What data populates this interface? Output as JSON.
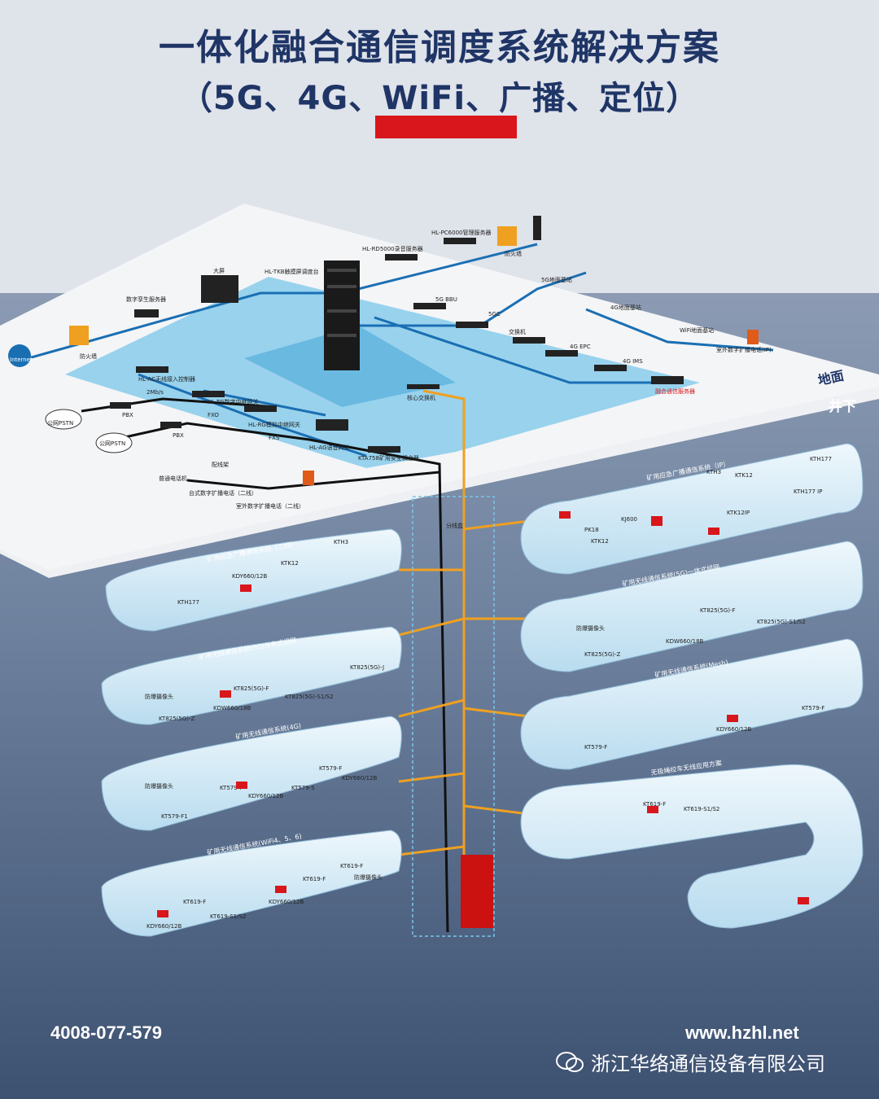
{
  "header": {
    "title": "一体化融合通信调度系统解决方案",
    "subtitle": "（5G、4G、WiFi、广播、定位）"
  },
  "ground": {
    "above": "地面",
    "below": "井下"
  },
  "surface_labels": {
    "internet": "Internet",
    "firewall_left": "防火墙",
    "digital_server": "数字孪生服务器",
    "big_screen": "大屏",
    "dispatch_console": "HL-TKB触摸屏调度台",
    "rd5000": "HL-RD5000录音服务器",
    "pc6000": "HL-PC6000管理服务器",
    "firewall_right": "防火墙",
    "bbu": "5G BBU",
    "core5g": "5GC",
    "switch": "交换机",
    "epc": "4G EPC",
    "ims": "4G IMS",
    "fusion_server": "融合通信服务器",
    "base5g": "5G地面基站",
    "base4g": "4G地面基站",
    "wifi_base": "WiFi地面基站",
    "outdoor_ip": "室外数字扩播电话(IP)",
    "ac": "HL-AC无线接入控制器",
    "mb": "2Mb/s",
    "tg": "HL-TG数字中继网关",
    "pstn1": "公网PSTN",
    "pbx1": "PBX",
    "fxo": "FXO",
    "rg": "HL-RG模拟中继网关",
    "pstn2": "公网PSTN",
    "pbx2": "PBX",
    "fxs": "FXS",
    "ag": "HL-AG语音网关",
    "kta": "KTA758矿用安全耦合器",
    "core_switch": "核心交换机",
    "normal_phone": "普通电话机",
    "frame": "配线架",
    "desk_phone": "台式数字扩播电话（二线）",
    "outdoor_phone": "室外数字扩播电话（二线）",
    "junction": "分线盒"
  },
  "tunnels": {
    "bc2": {
      "title": "矿用应急广播通信系统（二线）",
      "items": [
        "KTH3",
        "KTK12",
        "KDY660/12B",
        "KTH177"
      ]
    },
    "bcip": {
      "title": "矿用应急广播通信系统（IP）",
      "items": [
        "KTH3",
        "KTK12",
        "KTH177",
        "KTH177 IP",
        "KJ600",
        "PK18",
        "KTK12",
        "KTK12IP"
      ]
    },
    "g5dist": {
      "title": "矿用无线通信系统(5G)分布式组网",
      "items": [
        "KT825(5G)-J",
        "KT825(5G)-F",
        "KT825(5G)-S1/S2",
        "防爆摄像头",
        "KDW660/18B",
        "KT825(5G)-Z"
      ]
    },
    "g5all": {
      "title": "矿用无线通信系统(5G)一体式组网",
      "items": [
        "KT825(5G)-F",
        "KT825(5G)-S1/S2",
        "防爆摄像头",
        "KDW660/18B",
        "KT825(5G)-Z"
      ]
    },
    "g4": {
      "title": "矿用无线通信系统(4G)",
      "items": [
        "KT579-F",
        "KT579-F",
        "防爆摄像头",
        "KDY660/12B",
        "KT579-S",
        "KDY660/12B",
        "KT579-F1"
      ]
    },
    "mesh": {
      "title": "矿用无线通信系统(Mesh)",
      "items": [
        "KT579-F",
        "KT579-F",
        "KDY660/12B"
      ]
    },
    "wifi": {
      "title": "矿用无线通信系统(WiFi4、5、6)",
      "items": [
        "KT619-F",
        "KT619-F",
        "防爆摄像头",
        "KDY660/12B",
        "KDY660/12B",
        "KT619-S1/S2",
        "KT619-F"
      ]
    },
    "winch": {
      "title": "无极绳绞车无线应用方案",
      "items": [
        "KT619-F",
        "KT619-S1/S2"
      ]
    }
  },
  "footer": {
    "phone": "4008-077-579",
    "website": "www.hzhl.net",
    "company": "浙江华络通信设备有限公司"
  },
  "colors": {
    "title": "#1f3566",
    "accent_red": "#d8161b",
    "fiber": "#f0a020",
    "surface": "#7ac6ea"
  }
}
